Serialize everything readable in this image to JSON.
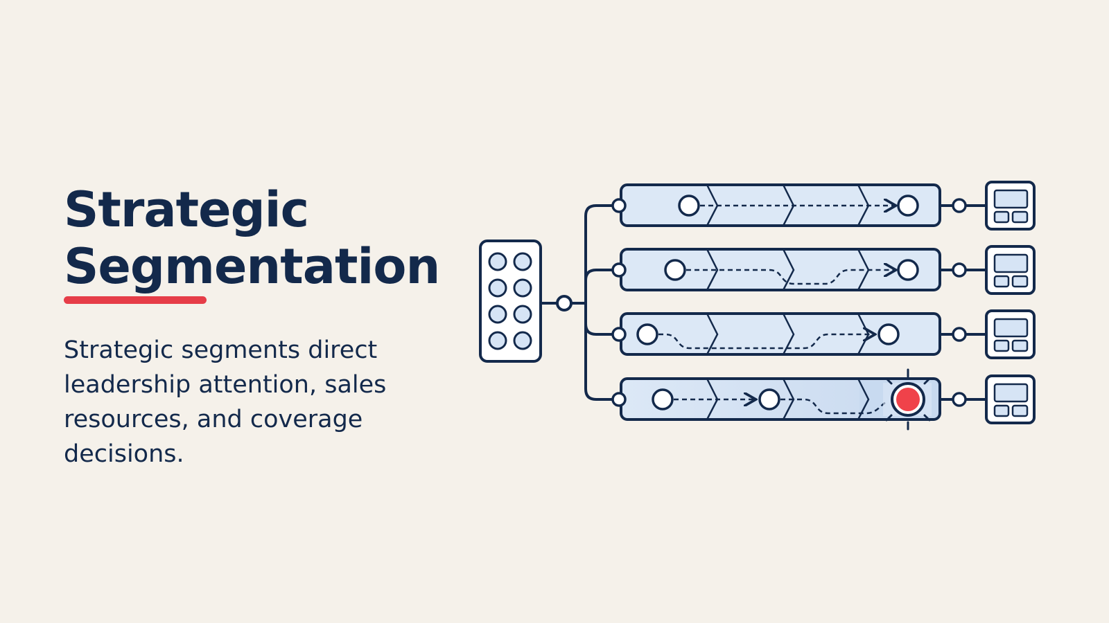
{
  "slide": {
    "title_line1": "Strategic",
    "title_line2": "Segmentation",
    "body": "Strategic segments direct leadership attention, sales resources, and coverage decisions."
  },
  "colors": {
    "background": "#f5f1ea",
    "ink": "#13294b",
    "accent": "#e63d48",
    "lane_fill": "#dce8f6",
    "highlight": "#f0424a"
  },
  "diagram": {
    "source_icon": "segment-grid-icon",
    "destination_icon": "dashboard-icon",
    "lanes": [
      {
        "name": "lane-1",
        "path_style": "straight-dashed-flow",
        "highlighted": false
      },
      {
        "name": "lane-2",
        "path_style": "dip-dashed-flow",
        "highlighted": false
      },
      {
        "name": "lane-3",
        "path_style": "long-dip-dashed-flow",
        "highlighted": false
      },
      {
        "name": "lane-4",
        "path_style": "flow-to-alert-node",
        "highlighted": true
      }
    ]
  }
}
